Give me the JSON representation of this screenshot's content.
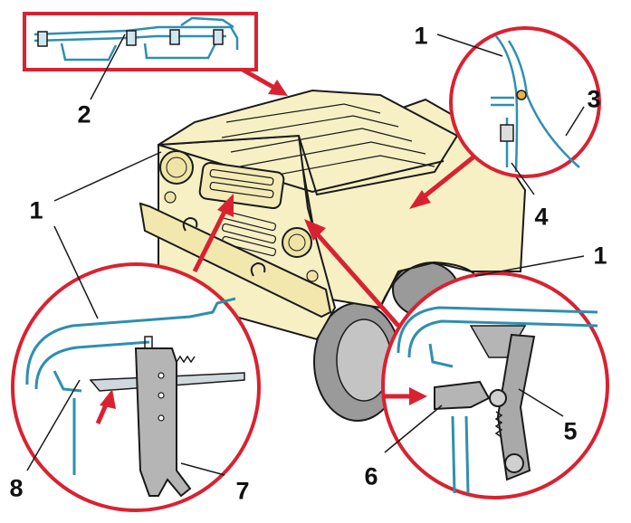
{
  "callouts": {
    "c1_top": "1",
    "c2": "2",
    "c3": "3",
    "c4": "4",
    "c1_left": "1",
    "c1_right": "1",
    "c5": "5",
    "c6": "6",
    "c7": "7",
    "c8": "8"
  },
  "colors": {
    "body_fill": "#f7f0c4",
    "outline": "#1a1a1a",
    "detail_blue": "#2e8fb0",
    "red_frame": "#d92231",
    "latch_gray": "#a9a9a9",
    "tire_gray": "#9a9a9a"
  }
}
